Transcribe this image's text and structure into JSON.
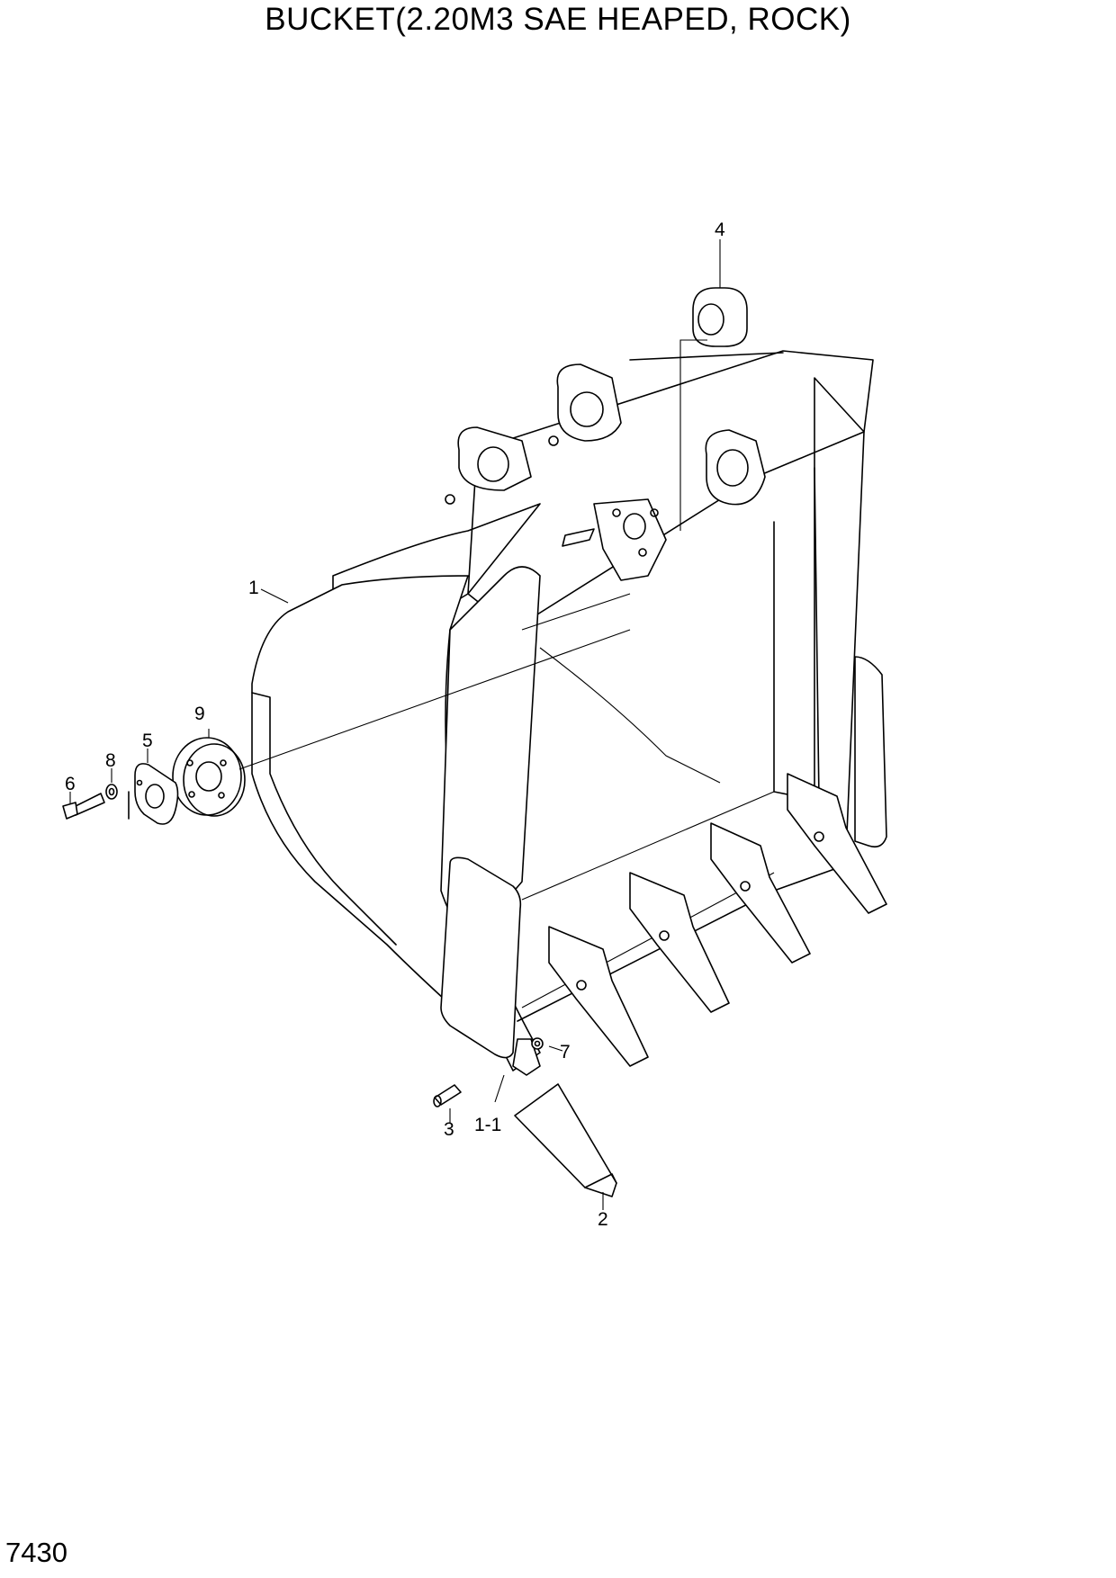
{
  "title": "BUCKET(2.20M3  SAE HEAPED, ROCK)",
  "page_code": "7430",
  "callouts": {
    "c1": "1",
    "c1_1": "1-1",
    "c2": "2",
    "c3": "3",
    "c4": "4",
    "c5": "5",
    "c6": "6",
    "c7": "7",
    "c8": "8",
    "c9": "9"
  }
}
